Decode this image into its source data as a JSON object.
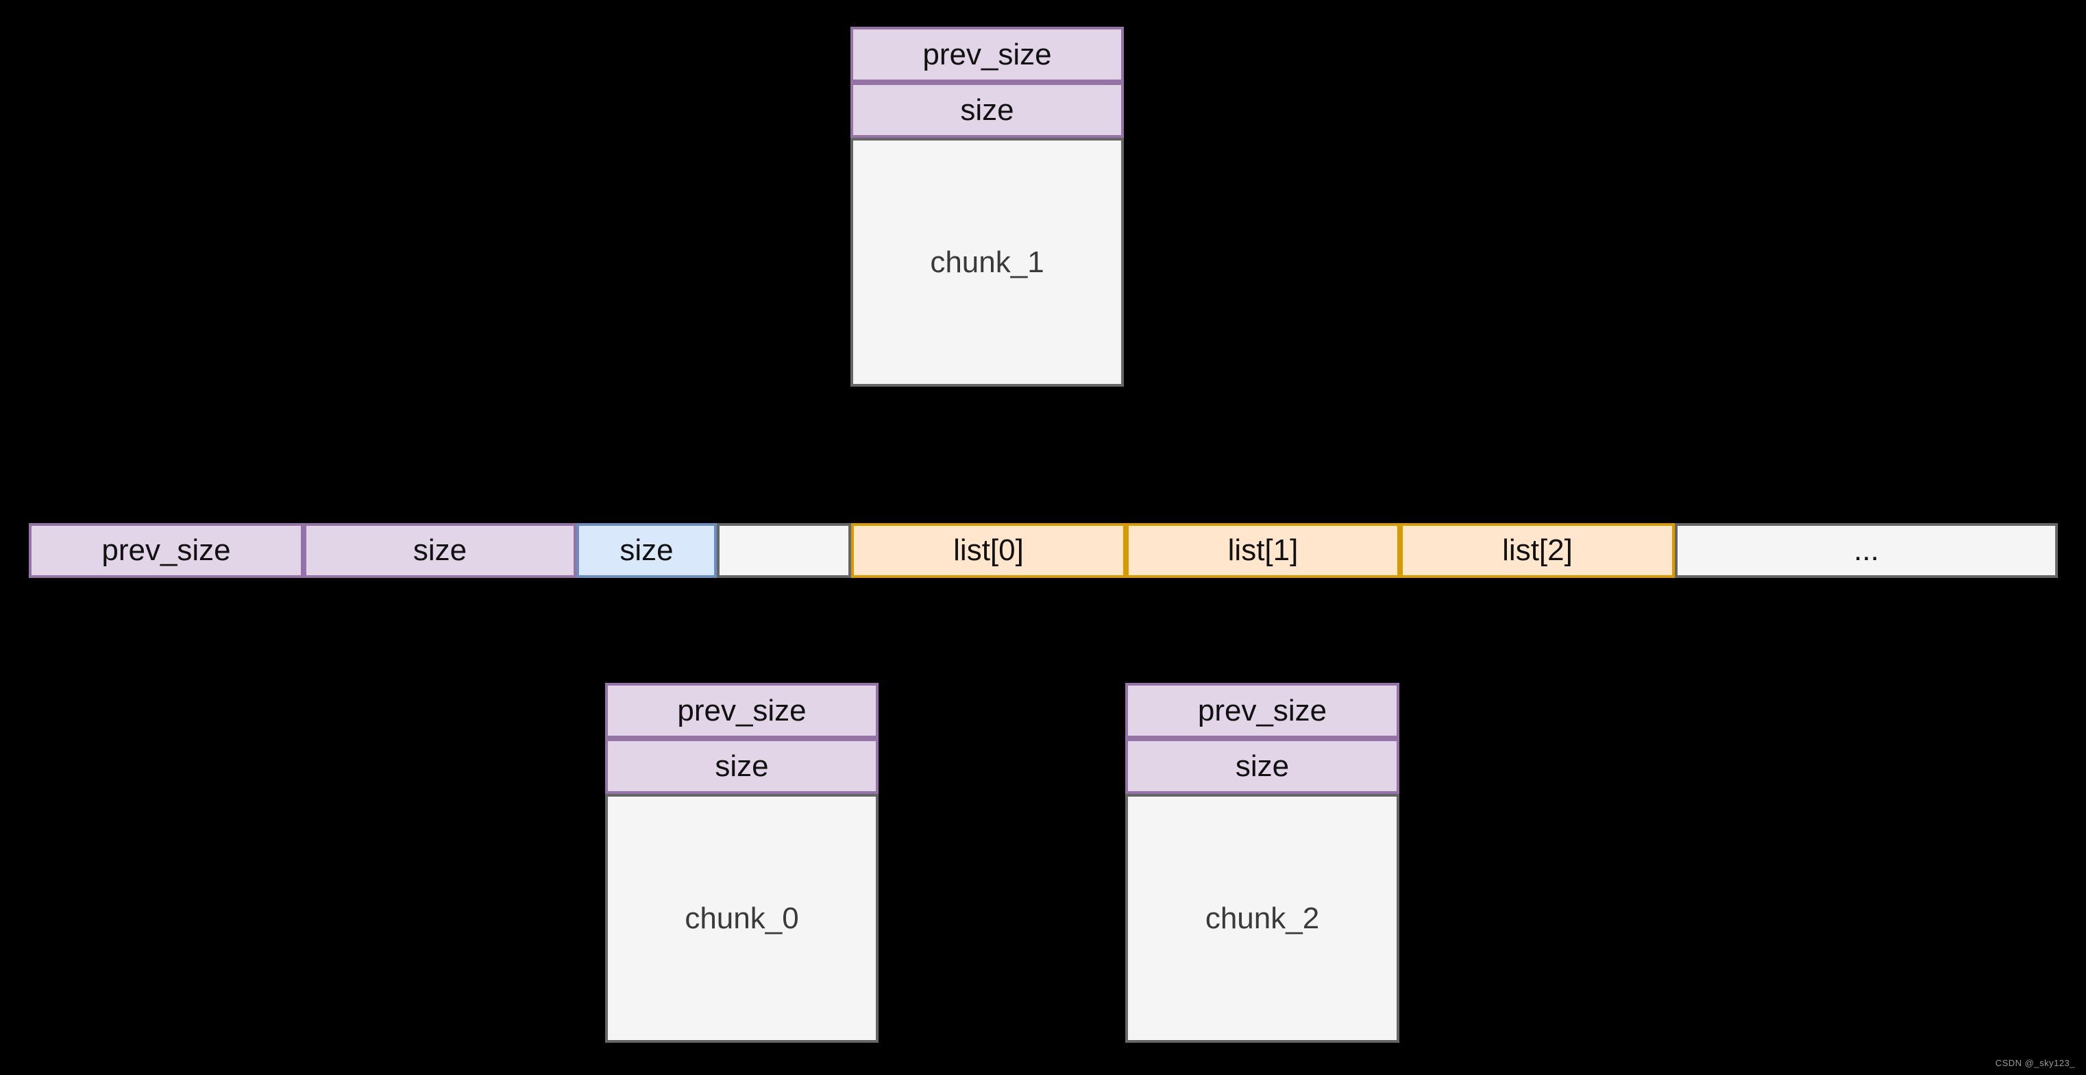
{
  "colors": {
    "background": "#000000",
    "purple_fill": "#e1d5e7",
    "purple_stroke": "#9673a6",
    "blue_fill": "#dae8fc",
    "blue_stroke": "#6c8ebf",
    "orange_fill": "#ffe6cc",
    "orange_stroke": "#d79b00",
    "plain_fill": "#f5f5f5",
    "plain_stroke": "#666666",
    "label_text": "#111111",
    "body_text": "#3a3a3a",
    "watermark_color": "#9a9a9a"
  },
  "chunks": {
    "chunk_1": {
      "fields": [
        "prev_size",
        "size"
      ],
      "label": "chunk_1"
    },
    "chunk_0": {
      "fields": [
        "prev_size",
        "size"
      ],
      "label": "chunk_0"
    },
    "chunk_2": {
      "fields": [
        "prev_size",
        "size"
      ],
      "label": "chunk_2"
    }
  },
  "memory_row": {
    "cells": [
      {
        "label": "prev_size",
        "type": "purple"
      },
      {
        "label": "size",
        "type": "purple"
      },
      {
        "label": "size",
        "type": "blue"
      },
      {
        "label": "",
        "type": "plain"
      },
      {
        "label": "list[0]",
        "type": "orange"
      },
      {
        "label": "list[1]",
        "type": "orange"
      },
      {
        "label": "list[2]",
        "type": "orange"
      },
      {
        "label": "...",
        "type": "plain"
      }
    ]
  },
  "watermark": {
    "text": "CSDN @_sky123_"
  }
}
